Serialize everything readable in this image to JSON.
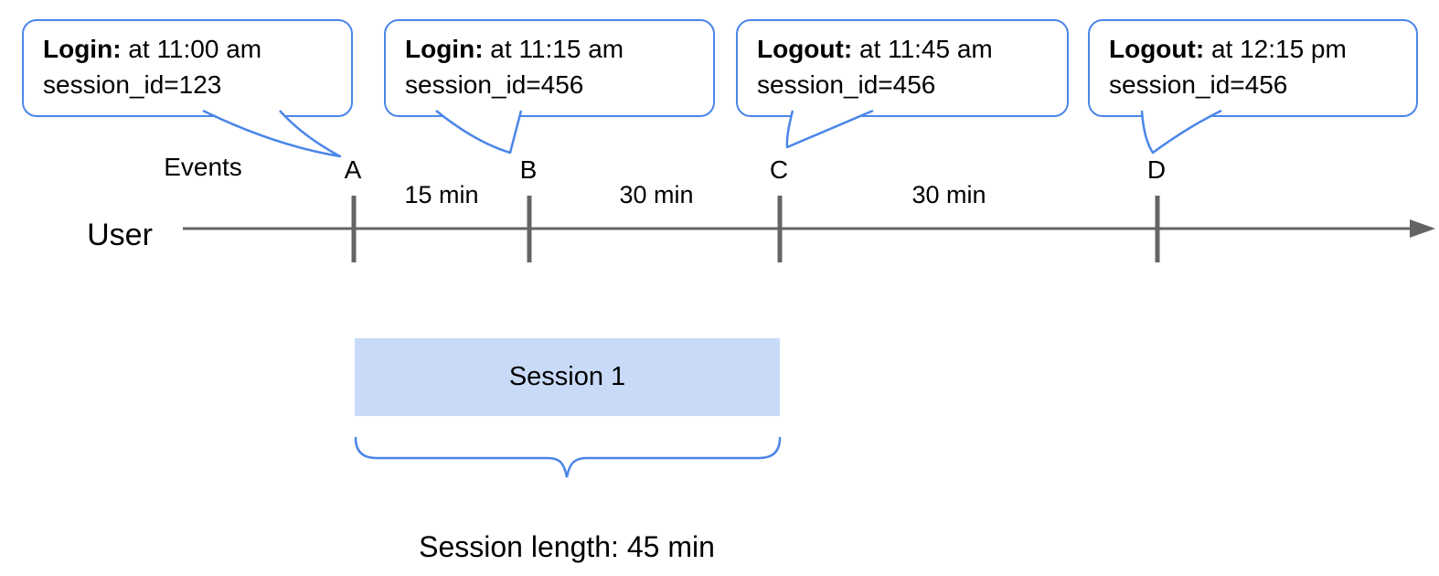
{
  "colors": {
    "accent_blue": "#4a86e8",
    "session_fill": "#c9daf8",
    "timeline_gray": "#646464",
    "text_black": "#000000"
  },
  "callouts": [
    {
      "title": "Login:",
      "time_text": " at 11:00 am",
      "session_text": "session_id=123"
    },
    {
      "title": "Login:",
      "time_text": " at 11:15 am",
      "session_text": "session_id=456"
    },
    {
      "title": "Logout:",
      "time_text": " at 11:45 am",
      "session_text": "session_id=456"
    },
    {
      "title": "Logout:",
      "time_text": " at 12:15 pm",
      "session_text": "session_id=456"
    }
  ],
  "timeline": {
    "events_label": "Events",
    "user_label": "User",
    "markers": [
      {
        "letter": "A"
      },
      {
        "letter": "B"
      },
      {
        "letter": "C"
      },
      {
        "letter": "D"
      }
    ],
    "intervals": [
      {
        "label": "15 min"
      },
      {
        "label": "30 min"
      },
      {
        "label": "30 min"
      }
    ]
  },
  "session": {
    "box_label": "Session 1",
    "length_label": "Session length: 45 min"
  }
}
